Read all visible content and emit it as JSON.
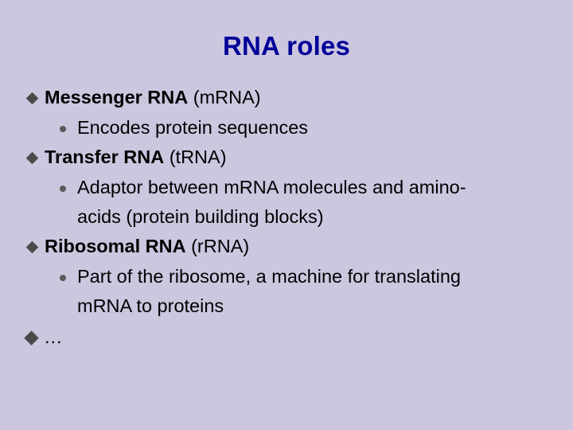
{
  "slide": {
    "title": "RNA roles",
    "background_color": "#ccc6df",
    "title_color": "#000099",
    "text_color": "#000000",
    "bullet_marker_color": "#4a4a4a",
    "items": [
      {
        "level": 1,
        "marker": "diamond-bullet-icon",
        "strong_text": "Messenger RNA",
        "normal_text": " (mRNA)"
      },
      {
        "level": 2,
        "marker": "dot-bullet-icon",
        "text": "Encodes protein sequences"
      },
      {
        "level": 1,
        "marker": "diamond-bullet-icon",
        "strong_text": "Transfer RNA",
        "normal_text": " (tRNA)"
      },
      {
        "level": 2,
        "marker": "dot-bullet-icon",
        "line1": "Adaptor between mRNA molecules and amino-",
        "line2": "acids (protein building blocks)"
      },
      {
        "level": 1,
        "marker": "diamond-bullet-icon",
        "strong_text": "Ribosomal RNA",
        "normal_text": " (rRNA)"
      },
      {
        "level": 2,
        "marker": "dot-bullet-icon",
        "line1": "Part of the ribosome, a machine for translating",
        "line2": "mRNA to proteins"
      },
      {
        "level": 1,
        "marker": "diamond-bullet-icon",
        "text": "..."
      }
    ]
  }
}
